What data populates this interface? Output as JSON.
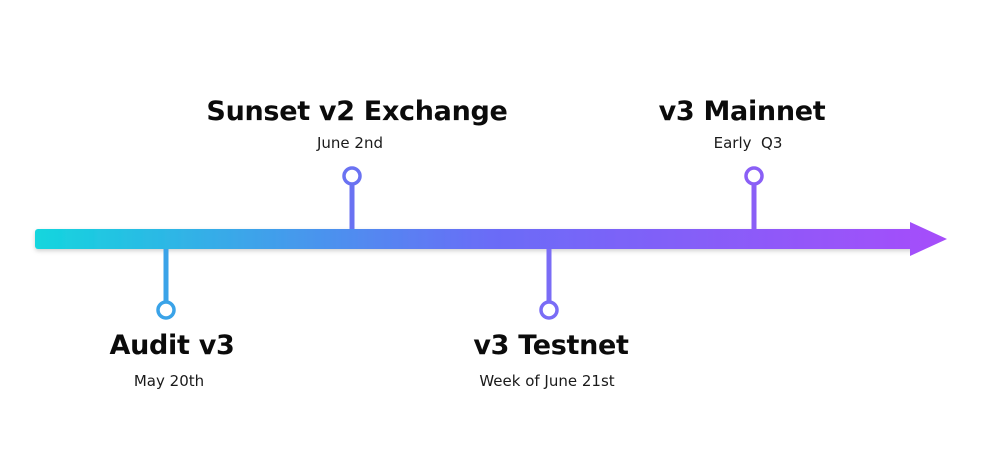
{
  "timeline": {
    "colors": {
      "gradient_start": "#14d6de",
      "gradient_mid": "#6a6cf7",
      "gradient_end": "#a64dfa"
    },
    "milestones": [
      {
        "title": "Audit v3",
        "date": "May 20th",
        "side": "below",
        "color": "#3aa3e8"
      },
      {
        "title": "Sunset v2 Exchange",
        "date": "June 2nd",
        "side": "above",
        "color": "#6a72f2"
      },
      {
        "title": "v3 Testnet",
        "date": "Week of June 21st",
        "side": "below",
        "color": "#7a6cf6"
      },
      {
        "title": "v3 Mainnet",
        "date": "Early  Q3",
        "side": "above",
        "color": "#8a5ff6"
      }
    ]
  }
}
